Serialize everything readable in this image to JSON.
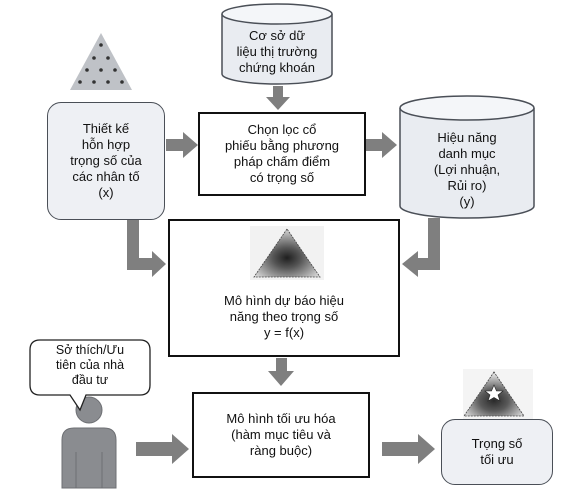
{
  "nodes": {
    "database": "Cơ sở dữ\nliệu thị trường\nchứng khoán",
    "weight_design": "Thiết kế\nhỗn hợp\ntrọng số của\ncác nhân tố\n(x)",
    "stock_selection": "Chọn lọc cổ\nphiếu bằng phương\npháp chấm điểm\ncó trọng số",
    "portfolio_performance": "Hiệu năng\ndanh mục\n(Lợi nhuận,\nRủi ro)\n(y)",
    "prediction_model": "Mô hình dự báo hiệu\nnăng theo trọng số\ny = f(x)",
    "investor_preference": "Sở thích/Ưu\ntiên của nhà\nđầu tư",
    "optimization_model": "Mô hình tối ưu hóa\n(hàm mục tiêu và\nràng buộc)",
    "optimal_weights": "Trọng số\ntối ưu"
  },
  "colors": {
    "arrow": "#7f7f7f",
    "box_border": "#111111",
    "rounded_fill": "#eef0f4",
    "cylinder_fill": "#e9ecf1",
    "person": "#8a8c90"
  }
}
